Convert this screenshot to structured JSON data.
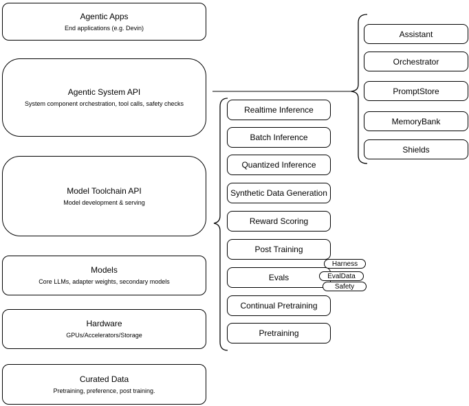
{
  "left_column": {
    "items": [
      {
        "title": "Agentic Apps",
        "subtitle": "End applications (e.g. Devin)"
      },
      {
        "title": "Agentic System API",
        "subtitle": "System component orchestration, tool calls, safety checks"
      },
      {
        "title": "Model Toolchain API",
        "subtitle": "Model development & serving"
      },
      {
        "title": "Models",
        "subtitle": "Core LLMs, adapter weights, secondary models"
      },
      {
        "title": "Hardware",
        "subtitle": "GPUs/Accelerators/Storage"
      },
      {
        "title": "Curated Data",
        "subtitle": "Pretraining, preference, post training."
      }
    ]
  },
  "middle_column": {
    "items": [
      {
        "label": "Realtime Inference"
      },
      {
        "label": "Batch Inference"
      },
      {
        "label": "Quantized Inference"
      },
      {
        "label": "Synthetic Data Generation"
      },
      {
        "label": "Reward Scoring"
      },
      {
        "label": "Post Training"
      },
      {
        "label": "Evals"
      },
      {
        "label": "Continual Pretraining"
      },
      {
        "label": "Pretraining"
      }
    ]
  },
  "evals_tags": {
    "items": [
      {
        "label": "Harness"
      },
      {
        "label": "EvalData"
      },
      {
        "label": "Safety"
      }
    ]
  },
  "right_column": {
    "items": [
      {
        "label": "Assistant"
      },
      {
        "label": "Orchestrator"
      },
      {
        "label": "PromptStore"
      },
      {
        "label": "MemoryBank"
      },
      {
        "label": "Shields"
      }
    ]
  },
  "colors": {
    "background": "#ffffff",
    "node_fill": "#ffffff",
    "node_border": "#000000",
    "text": "#000000",
    "connector": "#6b6b6b",
    "brace": "#000000"
  }
}
